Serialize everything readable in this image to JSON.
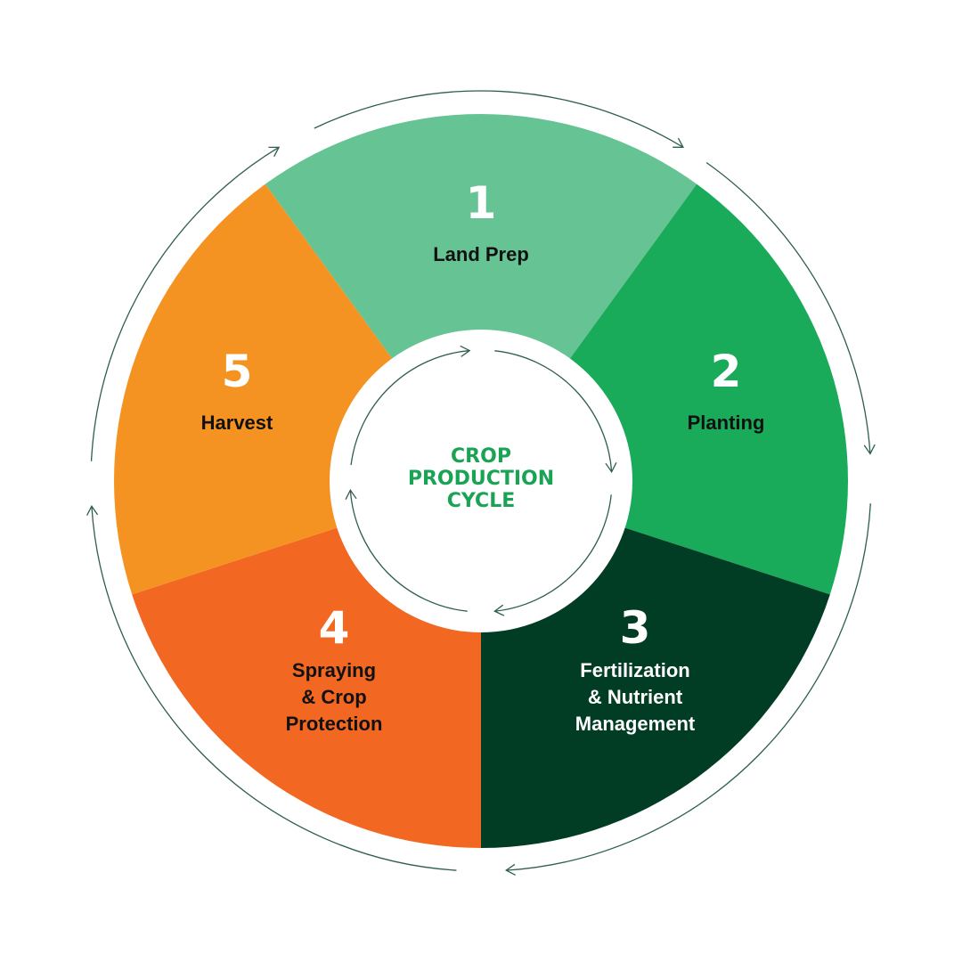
{
  "title": "CROP PRODUCTION CYCLE",
  "title_lines": [
    "CROP",
    "PRODUCTION",
    "CYCLE"
  ],
  "stages": [
    {
      "number": "1",
      "lines": [
        "Land Prep"
      ],
      "color": "#66c393"
    },
    {
      "number": "2",
      "lines": [
        "Planting"
      ],
      "color": "#1aab5a"
    },
    {
      "number": "3",
      "lines": [
        "Fertilization",
        "& Nutrient",
        "Management"
      ],
      "color": "#013c25"
    },
    {
      "number": "4",
      "lines": [
        "Spraying",
        "& Crop",
        "Protection"
      ],
      "color": "#f26722"
    },
    {
      "number": "5",
      "lines": [
        "Harvest"
      ],
      "color": "#f59322"
    }
  ],
  "arrow_color": "#2e5e4e"
}
